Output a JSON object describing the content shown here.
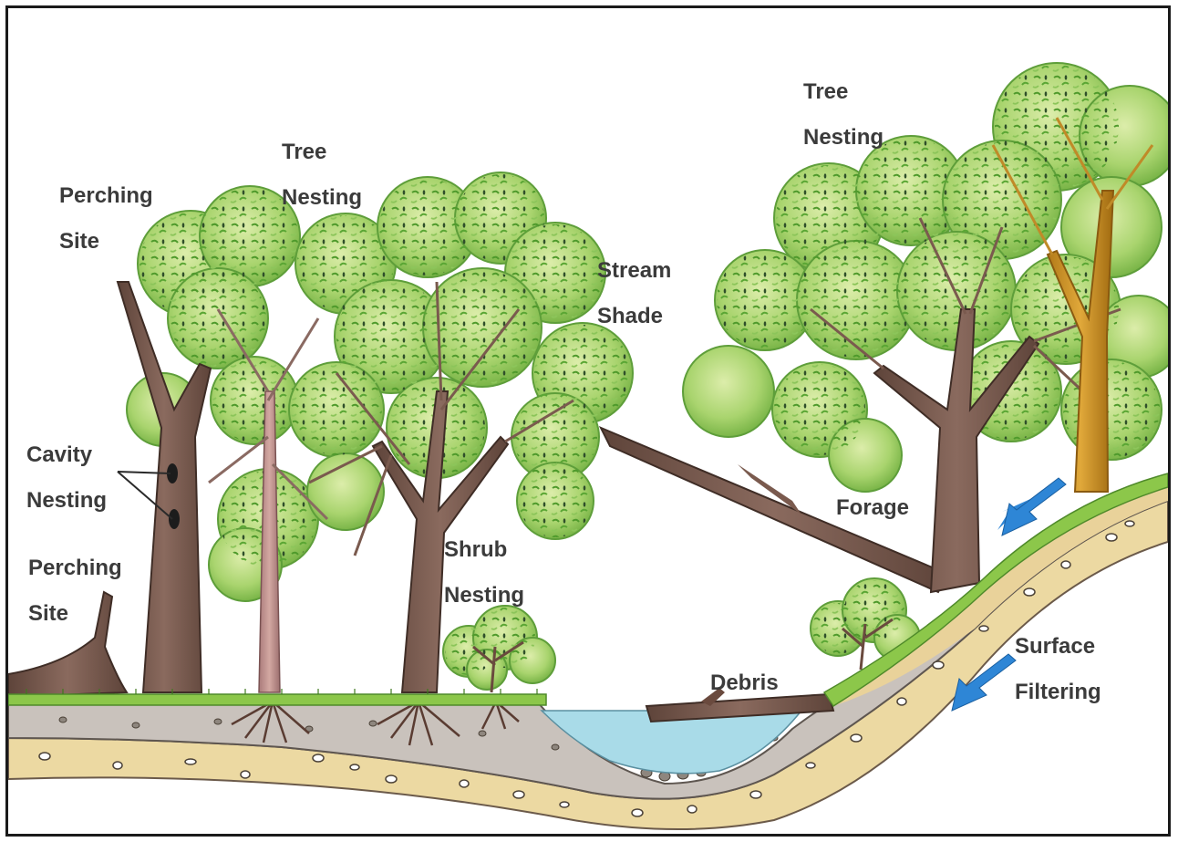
{
  "labels": {
    "perching_site_top": {
      "line1": "Perching",
      "line2": "Site"
    },
    "tree_nesting_left": {
      "line1": "Tree",
      "line2": "Nesting"
    },
    "stream_shade": {
      "line1": "Stream",
      "line2": "Shade"
    },
    "tree_nesting_right": {
      "line1": "Tree",
      "line2": "Nesting"
    },
    "cavity_nesting": {
      "line1": "Cavity",
      "line2": "Nesting"
    },
    "perching_site_bottom": {
      "line1": "Perching",
      "line2": "Site"
    },
    "shrub_nesting": {
      "line1": "Shrub",
      "line2": "Nesting"
    },
    "forage": "Forage",
    "debris": "Debris",
    "surface_filtering": {
      "line1": "Surface",
      "line2": "Filtering"
    }
  },
  "colors": {
    "label_text": "#3b3b3b",
    "leaf_dark": "#4f9a2c",
    "leaf_light": "#c8e28a",
    "trunk": "#7a5a4e",
    "soil_top": "#bdb4ae",
    "soil_bottom": "#e9d8a4",
    "water": "#a9dbe8",
    "grass": "#7fbf3e",
    "arrow": "#2e86d6"
  }
}
